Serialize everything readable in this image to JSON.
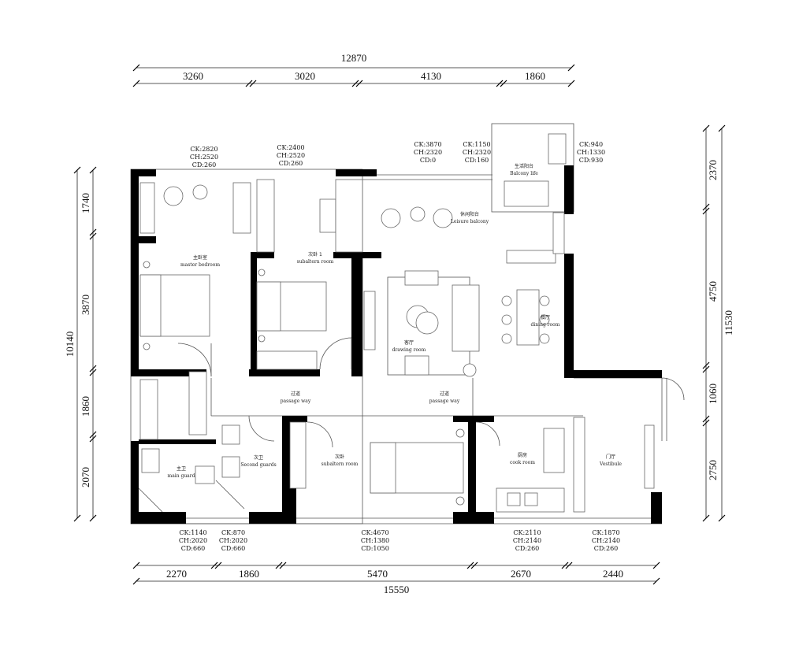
{
  "dimensions": {
    "top_total": "12870",
    "top_segments": [
      "3260",
      "3020",
      "4130",
      "1860"
    ],
    "bottom_total": "15550",
    "bottom_segments": [
      "2270",
      "1860",
      "5470",
      "2670",
      "2440"
    ],
    "left_total": "10140",
    "left_segments": [
      "1740",
      "3870",
      "1860",
      "2070"
    ],
    "right_total": "11530",
    "right_segments": [
      "2370",
      "4750",
      "1060",
      "2750"
    ]
  },
  "window_notes": {
    "top": [
      {
        "ck": "CK:2820",
        "ch": "CH:2520",
        "cd": "CD:260"
      },
      {
        "ck": "CK:2400",
        "ch": "CH:2520",
        "cd": "CD:260"
      },
      {
        "ck": "CK:3870",
        "ch": "CH:2320",
        "cd": "CD:0"
      },
      {
        "ck": "CK:1150",
        "ch": "CH:2320",
        "cd": "CD:160"
      },
      {
        "ck": "CK:940",
        "ch": "CH:1330",
        "cd": "CD:930"
      }
    ],
    "bottom": [
      {
        "ck": "CK:1140",
        "ch": "CH:2020",
        "cd": "CD:660"
      },
      {
        "ck": "CK:870",
        "ch": "CH:2020",
        "cd": "CD:660"
      },
      {
        "ck": "CK:4670",
        "ch": "CH:1380",
        "cd": "CD:1050"
      },
      {
        "ck": "CK:2110",
        "ch": "CH:2140",
        "cd": "CD:260"
      },
      {
        "ck": "CK:1870",
        "ch": "CH:2140",
        "cd": "CD:260"
      }
    ]
  },
  "rooms": {
    "master_bedroom": {
      "cn": "主卧室",
      "en": "master bedroom"
    },
    "subaltern_room_1": {
      "cn": "次卧 1",
      "en": "subaltern room"
    },
    "leisure_balcony": {
      "cn": "休闲阳台",
      "en": "Leisure balcony"
    },
    "balcony_life": {
      "cn": "生活阳台",
      "en": "Balcony life"
    },
    "drawing_room": {
      "cn": "客厅",
      "en": "drawing room"
    },
    "dining_room": {
      "cn": "餐厅",
      "en": "dining room"
    },
    "passage_way_1": {
      "cn": "过道",
      "en": "passage way"
    },
    "passage_way_2": {
      "cn": "过道",
      "en": "passage way"
    },
    "main_guard": {
      "cn": "主卫",
      "en": "main guard"
    },
    "second_guards": {
      "cn": "次卫",
      "en": "Second guards"
    },
    "subaltern_room_2": {
      "cn": "次卧",
      "en": "subaltern room"
    },
    "cook_room": {
      "cn": "厨房",
      "en": "cook room"
    },
    "vestibule": {
      "cn": "门厅",
      "en": "Vestibule"
    }
  }
}
